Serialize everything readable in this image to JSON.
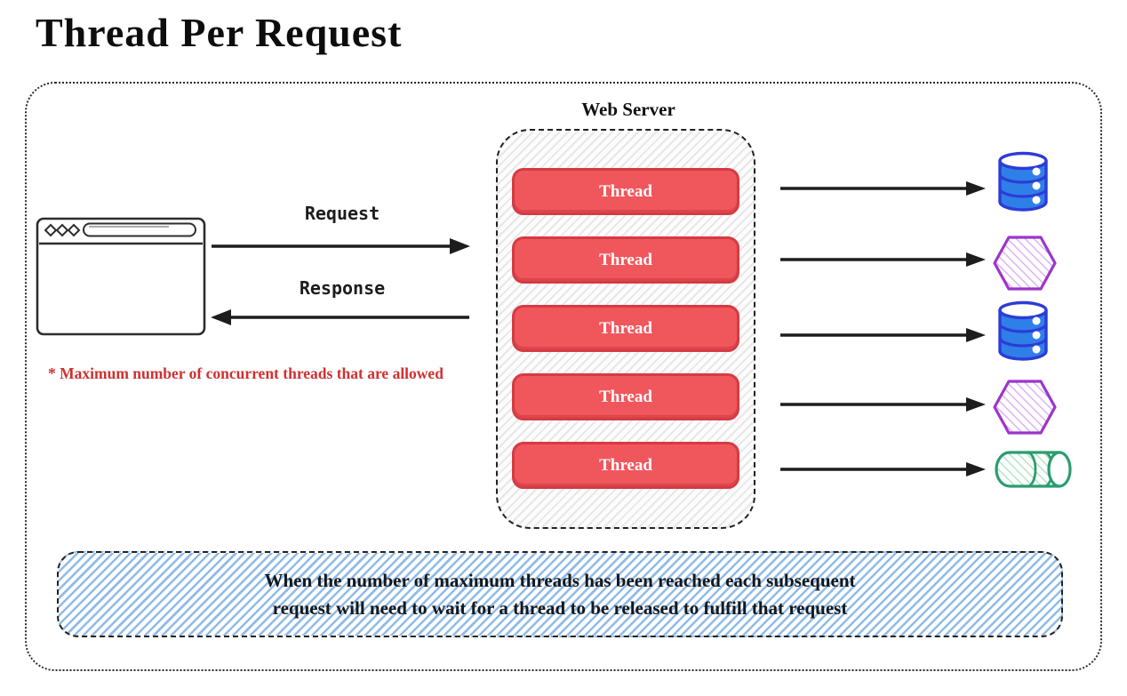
{
  "title": "Thread Per Request",
  "client": {
    "type": "browser-window"
  },
  "flows": {
    "request": "Request",
    "response": "Response"
  },
  "annotation": "* Maximum number of concurrent threads that are allowed",
  "server": {
    "label": "Web Server",
    "threads": [
      "Thread",
      "Thread",
      "Thread",
      "Thread",
      "Thread"
    ]
  },
  "resources": [
    {
      "type": "database"
    },
    {
      "type": "service-hexagon"
    },
    {
      "type": "database"
    },
    {
      "type": "service-hexagon"
    },
    {
      "type": "queue-pipe"
    }
  ],
  "footer": {
    "line1": "When the number of maximum threads has been reached each subsequent",
    "line2": "request will need to wait for a thread to be released to fulfill that request"
  },
  "colors": {
    "thread_fill": "#f0575c",
    "thread_border": "#d63a43",
    "annotation_red": "#cf3131",
    "database_fill": "#2f7fe8",
    "database_stroke": "#2c3cd6",
    "hexagon_stroke": "#9c36c9",
    "pipe_stroke": "#2a9d6e",
    "footer_stripe": "#8fbbe9"
  }
}
